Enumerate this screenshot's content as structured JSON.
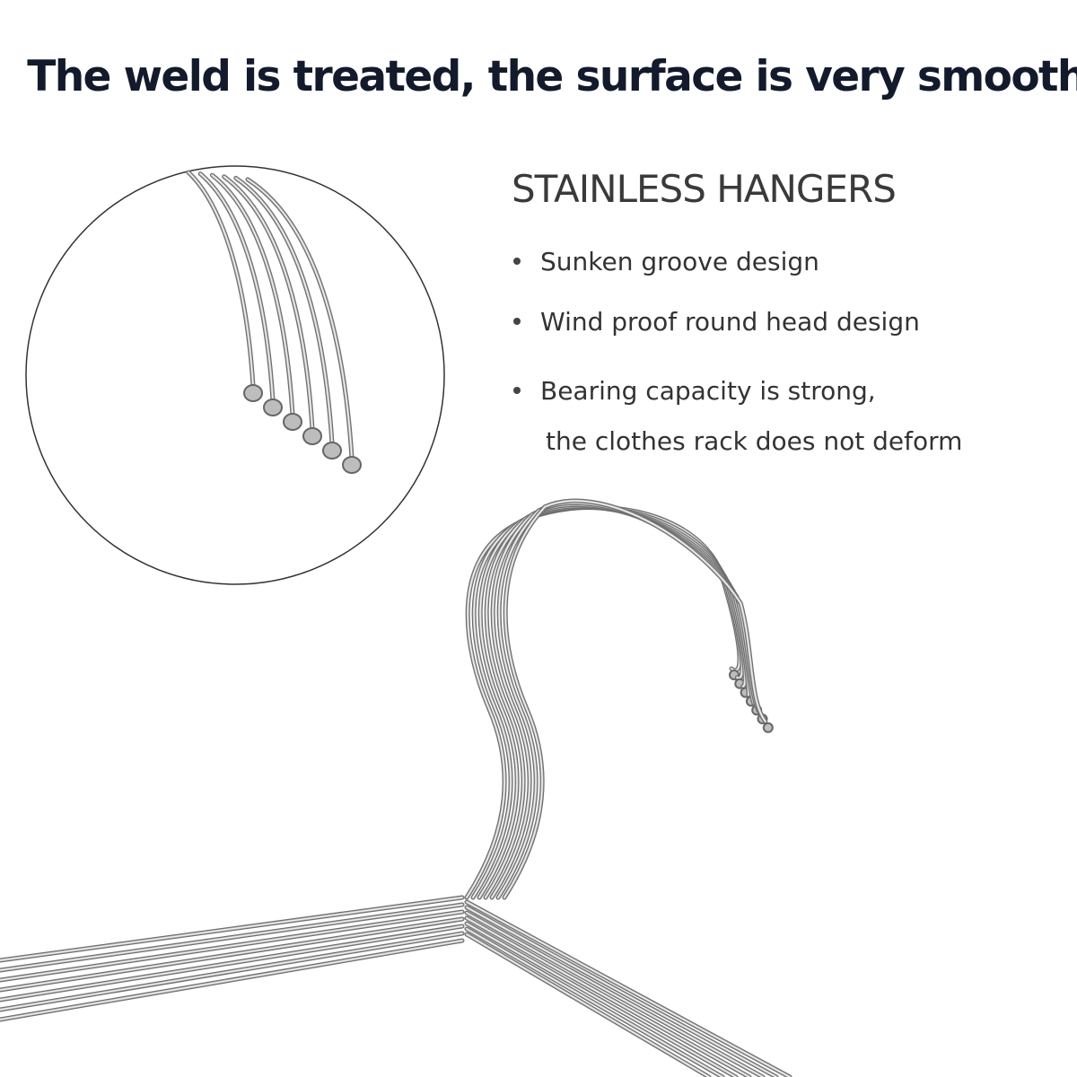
{
  "headline": "The weld is treated, the surface is very smooth",
  "subtitle": "STAINLESS HANGERS",
  "features": [
    {
      "line1": "Sunken groove design"
    },
    {
      "line1": "Wind proof round head design"
    },
    {
      "line1": "Bearing capacity is strong,",
      "line2": "the clothes rack does not deform"
    }
  ],
  "colors": {
    "headline": "#121a2c",
    "text": "#333333",
    "metal": "#8a8a8a"
  }
}
